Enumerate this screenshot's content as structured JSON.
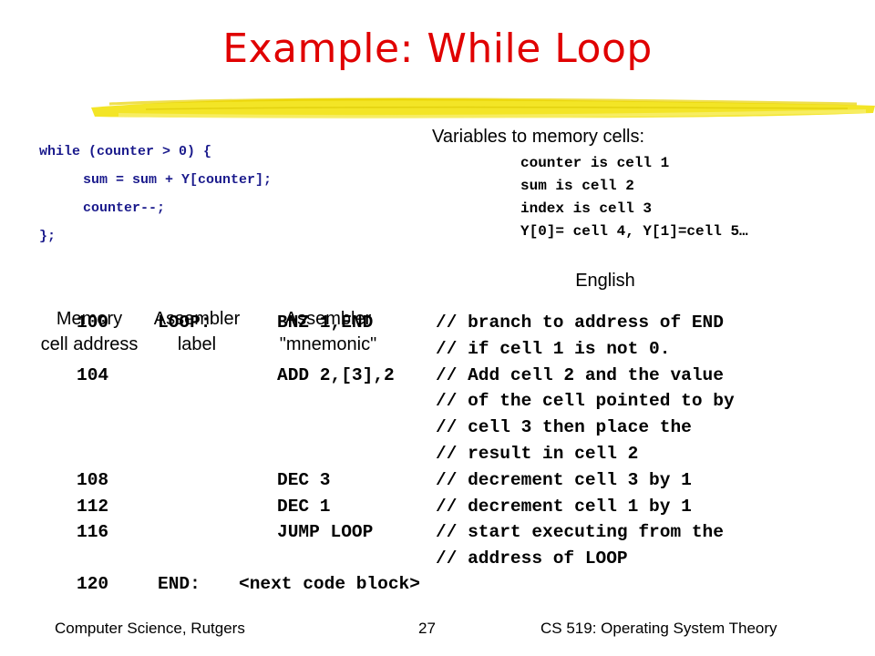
{
  "title": "Example: While Loop",
  "code": [
    "while (counter > 0) {",
    "sum = sum + Y[counter];",
    "counter--;",
    "};"
  ],
  "variables": {
    "header": "Variables to memory cells:",
    "lines": [
      "counter is cell 1",
      "sum is cell 2",
      "index is cell 3",
      "Y[0]= cell 4, Y[1]=cell 5…"
    ]
  },
  "columns": {
    "memory": [
      "Memory",
      "cell address"
    ],
    "label": [
      "Assembler",
      "label"
    ],
    "mnemonic": [
      "Assembler",
      "\"mnemonic\""
    ],
    "english": "English"
  },
  "rows": [
    {
      "addr": "100",
      "label": "LOOP:",
      "mnem": "BNZ 1,END",
      "comment": "// branch to address of END"
    },
    {
      "addr": "",
      "label": "",
      "mnem": "",
      "comment": "// if cell 1 is not 0."
    },
    {
      "addr": "104",
      "label": "",
      "mnem": "ADD 2,[3],2",
      "comment": "// Add cell 2 and the value"
    },
    {
      "addr": "",
      "label": "",
      "mnem": "",
      "comment": "// of the cell pointed to by"
    },
    {
      "addr": "",
      "label": "",
      "mnem": "",
      "comment": "// cell 3 then place the"
    },
    {
      "addr": "",
      "label": "",
      "mnem": "",
      "comment": "// result in cell 2"
    },
    {
      "addr": "108",
      "label": "",
      "mnem": "DEC 3",
      "comment": "// decrement cell 3 by 1"
    },
    {
      "addr": "112",
      "label": "",
      "mnem": "DEC 1",
      "comment": "// decrement cell 1 by 1"
    },
    {
      "addr": "116",
      "label": "",
      "mnem": "JUMP LOOP",
      "comment": "// start executing from the"
    },
    {
      "addr": "",
      "label": "",
      "mnem": "",
      "comment": "// address of LOOP"
    }
  ],
  "final_row": {
    "addr": "120",
    "label": "END:",
    "text": "<next code block>"
  },
  "footer": {
    "left": "Computer Science, Rutgers",
    "center": "27",
    "right": "CS 519: Operating System Theory"
  },
  "colors": {
    "title": "#e00000",
    "code": "#1a1a8c",
    "brush": "#f2e41a"
  }
}
